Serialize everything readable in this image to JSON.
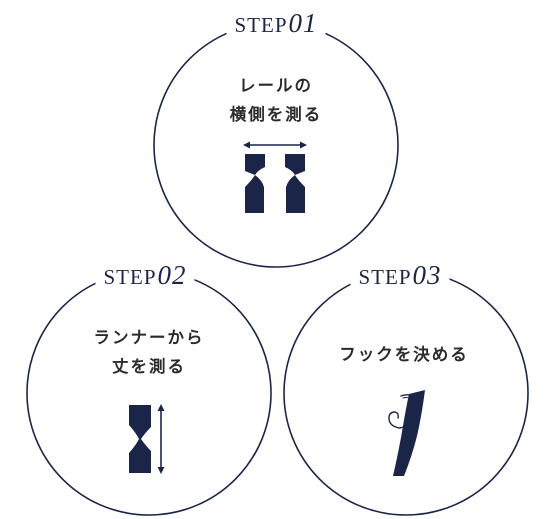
{
  "steps": [
    {
      "word": "STEP",
      "number": "01",
      "lines": [
        "レールの",
        "横側を測る"
      ],
      "icon": "curtain-rail-width-icon"
    },
    {
      "word": "STEP",
      "number": "02",
      "lines": [
        "ランナーから",
        "丈を測る"
      ],
      "icon": "curtain-length-icon"
    },
    {
      "word": "STEP",
      "number": "03",
      "lines": [
        "フックを決める"
      ],
      "icon": "curtain-hook-icon"
    }
  ],
  "colors": {
    "navy": "#1b2548",
    "text": "#2b2b2b",
    "background": "#ffffff"
  }
}
